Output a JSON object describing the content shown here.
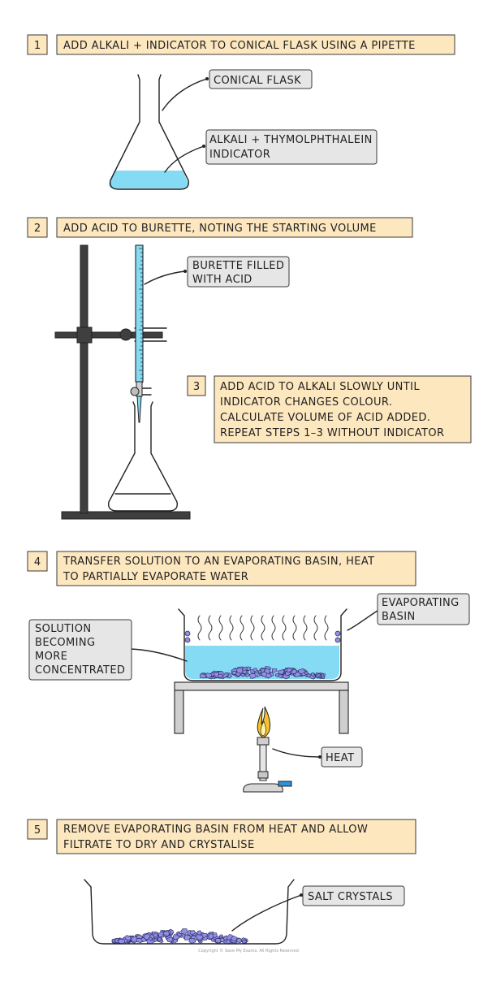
{
  "colors": {
    "step_box": "#fde7bf",
    "step_border": "#3a3a3a",
    "label_box": "#e6e6e6",
    "liquid": "#86dbf4",
    "crystals": "#8f8fe8",
    "stand": "#3f3f3f",
    "flame_outer": "#f7c22a",
    "flame_inner": "#fff2a0",
    "burner_accent": "#2f8fd8"
  },
  "steps": [
    {
      "number": "1",
      "lines": [
        "ADD ALKALI + INDICATOR TO CONICAL FLASK USING A PIPETTE"
      ]
    },
    {
      "number": "2",
      "lines": [
        "ADD ACID TO BURETTE, NOTING THE STARTING VOLUME"
      ]
    },
    {
      "number": "3",
      "lines": [
        "ADD ACID TO ALKALI SLOWLY UNTIL",
        "INDICATOR CHANGES COLOUR.",
        "CALCULATE VOLUME OF ACID ADDED.",
        "REPEAT STEPS 1–3 WITHOUT INDICATOR"
      ]
    },
    {
      "number": "4",
      "lines": [
        "TRANSFER SOLUTION TO AN EVAPORATING  BASIN, HEAT",
        "TO PARTIALLY EVAPORATE WATER"
      ]
    },
    {
      "number": "5",
      "lines": [
        "REMOVE EVAPORATING BASIN FROM HEAT AND ALLOW",
        "FILTRATE TO DRY AND CRYSTALISE"
      ]
    }
  ],
  "labels": {
    "conical_flask": [
      "CONICAL FLASK"
    ],
    "alkali_indicator": [
      "ALKALI + THYMOLPHTHALEIN",
      "INDICATOR"
    ],
    "burette": [
      "BURETTE FILLED",
      "WITH ACID"
    ],
    "evaporating_basin": [
      "EVAPORATING",
      "BASIN"
    ],
    "solution": [
      "SOLUTION",
      "BECOMING",
      "MORE",
      "CONCENTRATED"
    ],
    "heat": [
      "HEAT"
    ],
    "salt_crystals": [
      "SALT CRYSTALS"
    ]
  },
  "copyright": "Copyright © Save My Exams. All Rights Reserved"
}
